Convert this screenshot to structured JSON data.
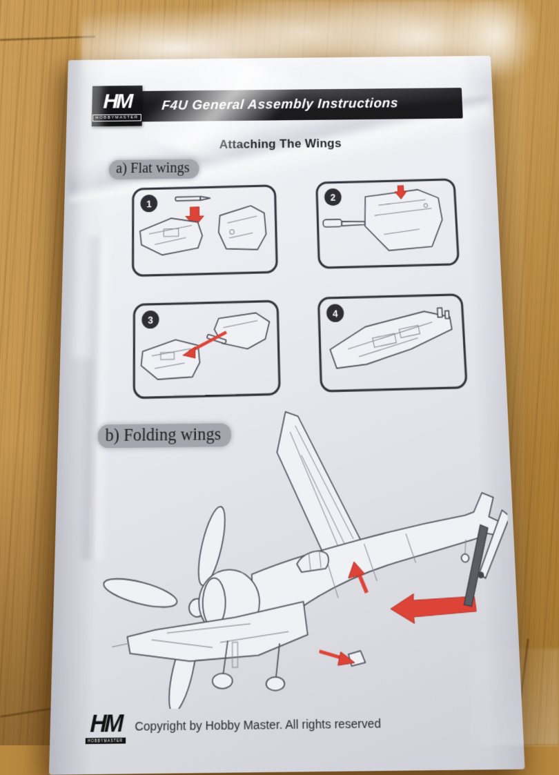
{
  "header": {
    "logo_text": "HM",
    "logo_subtext": "HOBBYMASTER",
    "title": "F4U General Assembly Instructions"
  },
  "section_title": "Attaching The Wings",
  "subsections": {
    "a": "a) Flat wings",
    "b": "b) Folding wings"
  },
  "steps": [
    {
      "number": "1"
    },
    {
      "number": "2"
    },
    {
      "number": "3"
    },
    {
      "number": "4"
    }
  ],
  "footer": {
    "logo_text": "HM",
    "logo_subtext": "HOBBYMASTER",
    "copyright": "Copyright by Hobby Master. All rights reserved"
  },
  "colors": {
    "arrow_red": "#dd4437",
    "header_bar": "#1b1b1e",
    "paper": "#e9eaee",
    "wood": "#b9893f",
    "highlight_gray": "#a5a5ad"
  }
}
